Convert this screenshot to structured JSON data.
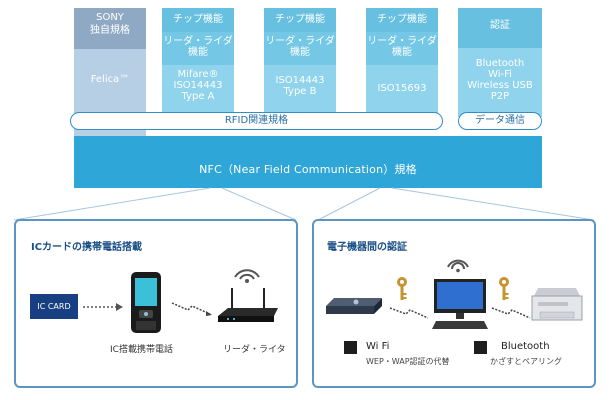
{
  "columns": [
    {
      "top": "SONY\n独自規格",
      "bottom": "Felica™"
    },
    {
      "top": "チップ機能",
      "middle": "リーダ・ライダ\n機能",
      "bottom": "Mifare®\nISO14443\nType A"
    },
    {
      "top": "チップ機能",
      "middle": "リーダ・ライダ\n機能",
      "bottom": "ISO14443\nType B"
    },
    {
      "top": "チップ機能",
      "middle": "リーダ・ライダ\n機能",
      "bottom": "ISO15693"
    },
    {
      "top": "認証",
      "bottom": "Bluetooth\nWi-Fi\nWireless USB\nP2P"
    }
  ],
  "pills": {
    "rfid": "RFID関連規格",
    "data": "データ通信"
  },
  "base_label": "NFC（Near Field Communication）規格",
  "left_panel": {
    "title": "ICカードの携帯電話搭載",
    "card_text": "IC CARD",
    "phone_label": "IC搭載携帯電話",
    "reader_label": "リーダ・ライタ"
  },
  "right_panel": {
    "title": "電子機器間の認証",
    "wifi_label": "Wi Fi",
    "wifi_sub": "WEP・WAP認証の代替",
    "bt_label": "Bluetooth",
    "bt_sub": "かざすとペアリング"
  },
  "colors": {
    "base": "#2fa6d8",
    "column_header": "#8fa9c4",
    "panel_border": "#5c95c1",
    "card": "#183f82"
  },
  "icons": [
    "mobile-phone-icon",
    "router-icon",
    "wifi-signal-icon",
    "key-icon",
    "set-top-box-icon",
    "computer-monitor-icon",
    "printer-icon",
    "lightning-link-icon"
  ]
}
